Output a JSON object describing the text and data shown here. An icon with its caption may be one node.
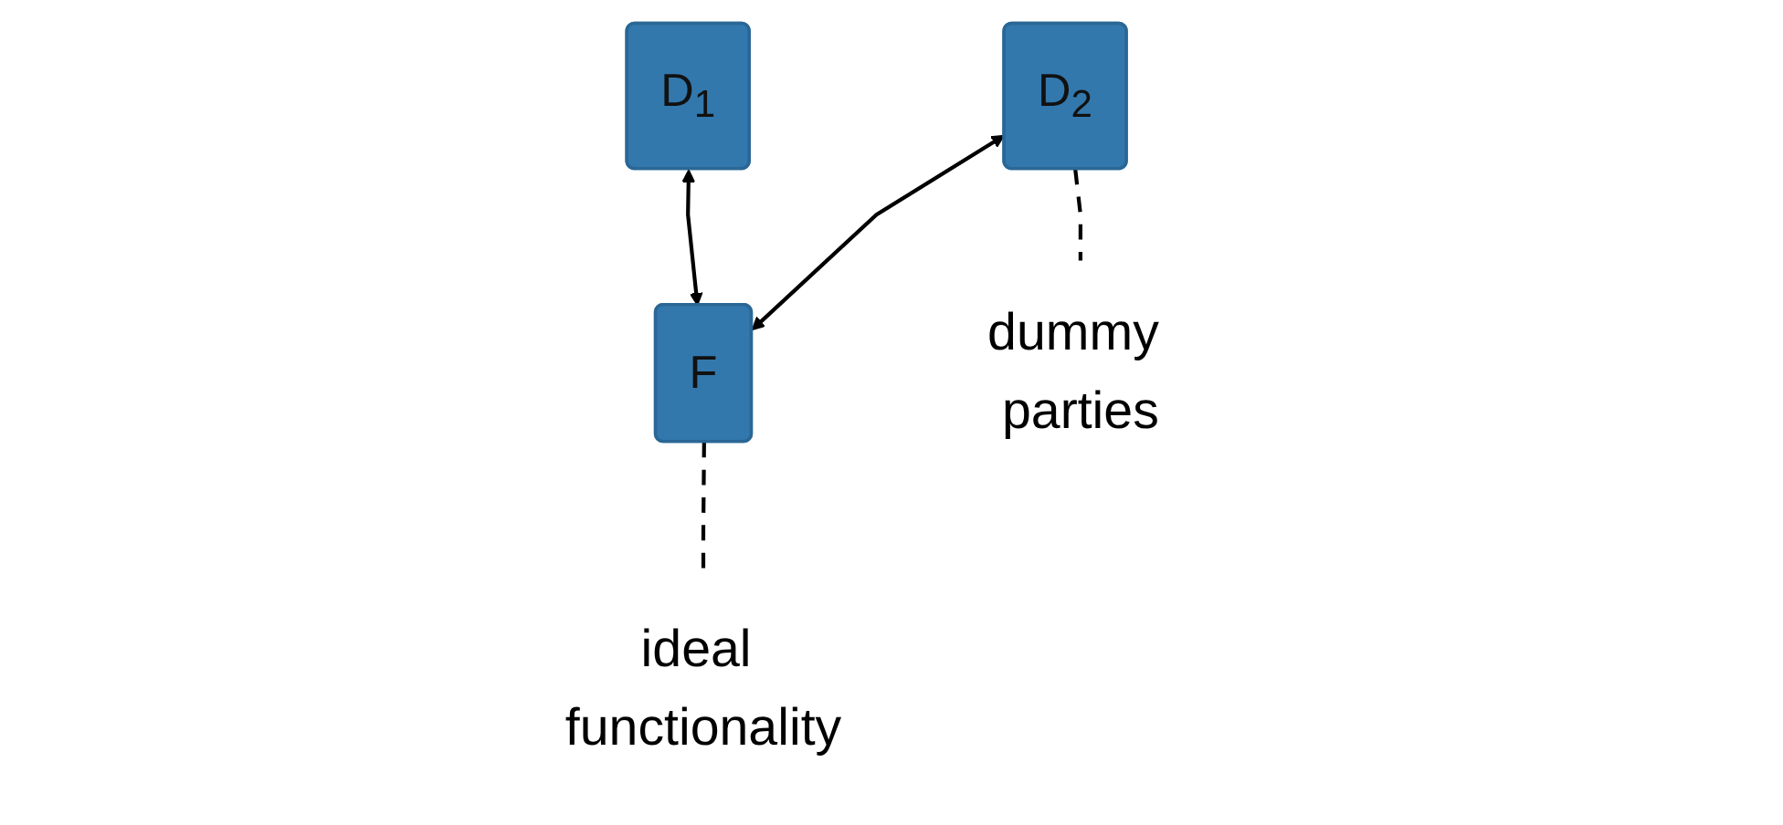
{
  "diagram": {
    "nodes": [
      {
        "text": [
          "D$_{1}$"
        ]
      },
      {
        "text": [
          "D$_{2}$"
        ]
      },
      {
        "text": [
          "dummy parties"
        ]
      },
      {
        "text": [
          "F"
        ]
      },
      {
        "text": [
          "ideal functionality"
        ]
      }
    ],
    "edges": [
      {
        "from": 0,
        "to": 3,
        "arrow": "both"
      },
      {
        "from": 1,
        "to": 3,
        "arrow": "both"
      },
      {
        "from": 1,
        "to": 2,
        "arrow": "none",
        "style": "dashed"
      },
      {
        "from": 3,
        "to": 4,
        "arrow": "none",
        "style": "dashed"
      }
    ]
  }
}
